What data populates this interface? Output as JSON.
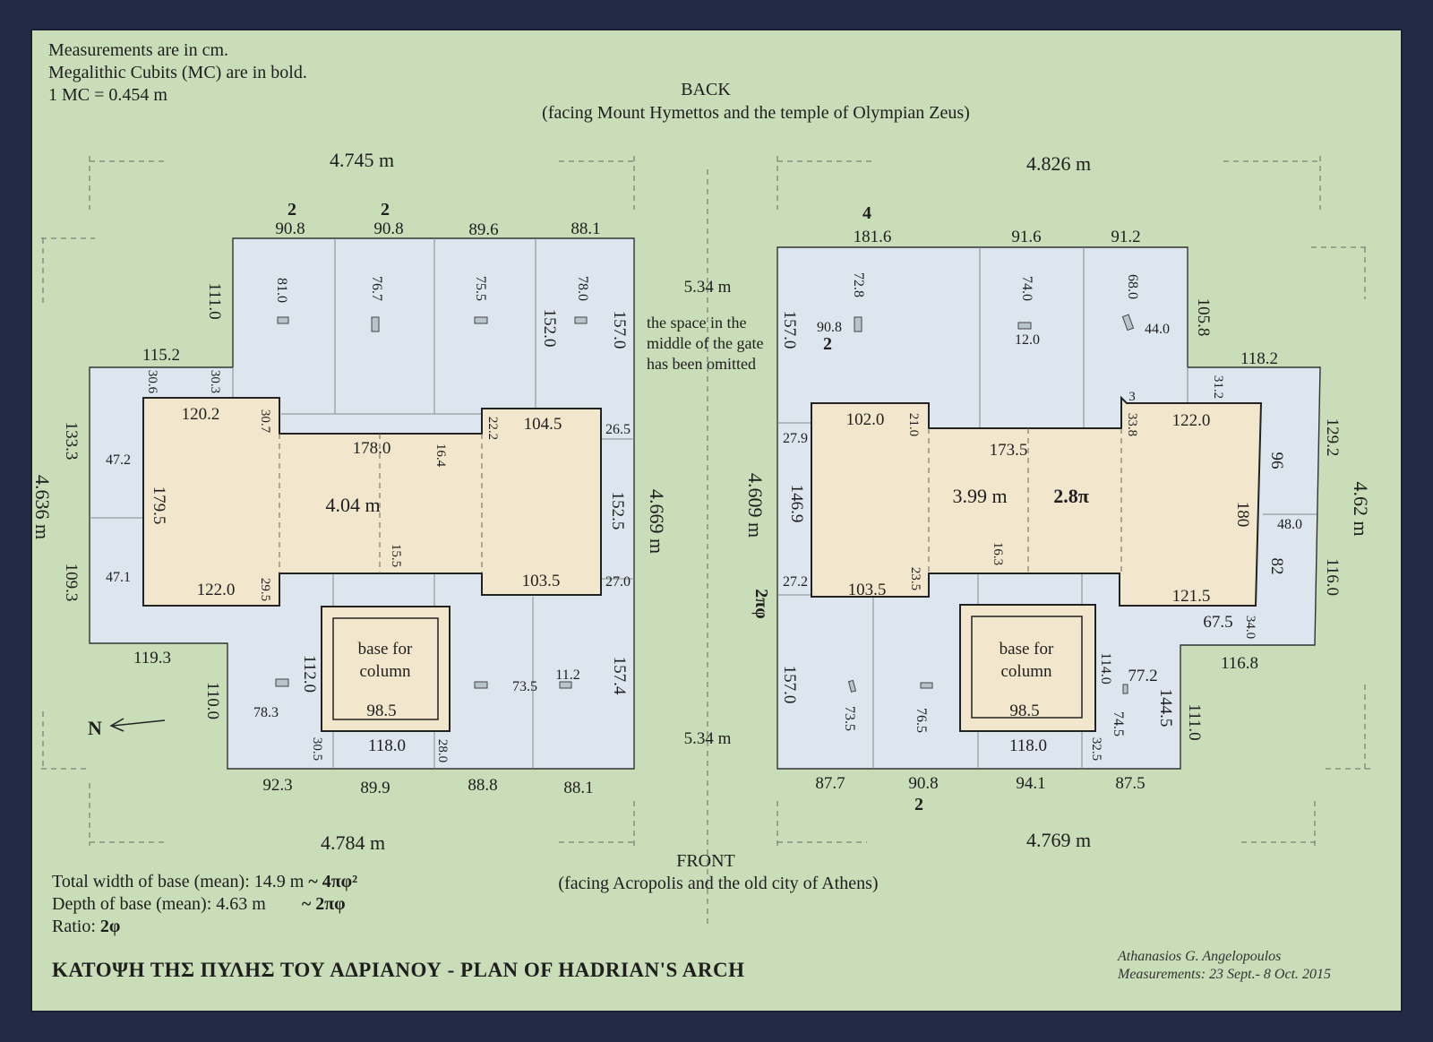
{
  "notes": [
    "Measurements are in cm.",
    "Megalithic Cubits (MC) are in bold.",
    "1 MC = 0.454 m"
  ],
  "back": {
    "label": "BACK",
    "caption": "(facing Mount Hymettos and the temple of Olympian Zeus)"
  },
  "front": {
    "label": "FRONT",
    "caption": "(facing Acropolis and the old city of Athens)"
  },
  "center": {
    "top_distance": "5.34 m",
    "bottom_distance": "5.34 m",
    "omitted_note": [
      "the space in the",
      "middle of the gate",
      "has been omitted"
    ],
    "depth": "4.609 m",
    "ratio": "2πφ"
  },
  "north": "N",
  "left_pier": {
    "overall_top": "4.745 m",
    "overall_bottom": "4.784 m",
    "depth_left": "4.636 m",
    "depth_right": "4.669 m",
    "core_width": "4.04 m",
    "top_mc": [
      "2",
      "2"
    ],
    "top_widths": [
      "90.8",
      "90.8",
      "89.6",
      "88.1"
    ],
    "bottom_widths": [
      "92.3",
      "89.9",
      "88.8",
      "88.1"
    ],
    "labels": [
      "111.0",
      "81.0",
      "76.7",
      "75.5",
      "152.0",
      "78.0",
      "157.0",
      "115.2",
      "30.6",
      "30.3",
      "120.2",
      "30.7",
      "133.3",
      "47.2",
      "178.0",
      "16.4",
      "22.2",
      "104.5",
      "26.5",
      "179.5",
      "152.5",
      "109.3",
      "47.1",
      "122.0",
      "29.5",
      "15.5",
      "103.5",
      "27.0",
      "119.3",
      "110.0",
      "112.0",
      "78.3",
      "30.5",
      "118.0",
      "28.0",
      "73.5",
      "11.2",
      "157.4"
    ],
    "column_base": {
      "label": [
        "base for",
        "column"
      ],
      "value": "98.5"
    }
  },
  "right_pier": {
    "overall_top": "4.826 m",
    "overall_bottom": "4.769 m",
    "depth_right": "4.62 m",
    "core_width": "3.99 m",
    "core_ratio": "2.8π",
    "top_mc": "4",
    "bottom_mc": "2",
    "side_mc": "2",
    "top_widths": [
      "181.6",
      "91.6",
      "91.2"
    ],
    "bottom_widths": [
      "87.7",
      "90.8",
      "94.1",
      "87.5"
    ],
    "labels": [
      "72.8",
      "74.0",
      "68.0",
      "157.0",
      "90.8",
      "12.0",
      "44.0",
      "105.8",
      "118.2",
      "31.2",
      "3",
      "102.0",
      "21.0",
      "33.8",
      "122.0",
      "27.9",
      "173.5",
      "129.2",
      "96",
      "146.9",
      "180",
      "48.0",
      "27.2",
      "103.5",
      "23.5",
      "16.3",
      "121.5",
      "82",
      "116.0",
      "67.5",
      "34.0",
      "116.8",
      "157.0",
      "73.5",
      "76.5",
      "114.0",
      "77.2",
      "74.5",
      "144.5",
      "111.0",
      "32.5",
      "118.0"
    ],
    "column_base": {
      "label": [
        "base for",
        "column"
      ],
      "value": "98.5"
    }
  },
  "totals": {
    "width": "Total width of base (mean): 14.9 m",
    "width_mc": "~ 4πφ²",
    "depth": "Depth of base (mean): 4.63 m",
    "depth_mc": "~ 2πφ",
    "ratio_label": "Ratio:",
    "ratio_value": "2φ"
  },
  "title": "ΚΑΤΟΨΗ ΤΗΣ ΠΥΛΗΣ ΤΟΥ ΑΔΡΙΑΝΟΥ   -   PLAN OF HADRIAN'S ARCH",
  "author": "Athanasios G. Angelopoulos",
  "measured": "Measurements: 23 Sept.- 8 Oct. 2015"
}
